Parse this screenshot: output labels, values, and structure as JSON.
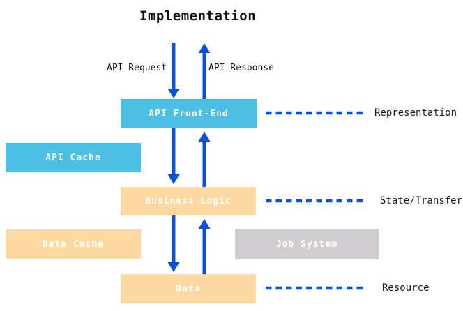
{
  "diagram": {
    "title": "Implementation",
    "flow_labels": {
      "request": "API Request",
      "response": "API Response"
    },
    "boxes": {
      "api_front_end": {
        "label": "API Front-End",
        "color": "#4dbfe2"
      },
      "api_cache": {
        "label": "API Cache",
        "color": "#4dbfe2"
      },
      "business_logic": {
        "label": "Business Logic",
        "color": "#fcd9a2"
      },
      "data_cache": {
        "label": "Data Cache",
        "color": "#fcd9a2"
      },
      "job_system": {
        "label": "Job System",
        "color": "#d0ccd0"
      },
      "data": {
        "label": "Data",
        "color": "#fcd9a2"
      }
    },
    "layers": [
      {
        "label": "Representation"
      },
      {
        "label": "State/Transfer"
      },
      {
        "label": "Resource"
      }
    ],
    "colors": {
      "arrow_blue": "#0b51d8",
      "cyan_box": "#4dbfe2",
      "peach_box": "#fcd9a2",
      "gray_box": "#d0ccd0",
      "box_text": "#ffffff",
      "label_text": "#1a1a1a",
      "background": "#ffffff"
    }
  }
}
